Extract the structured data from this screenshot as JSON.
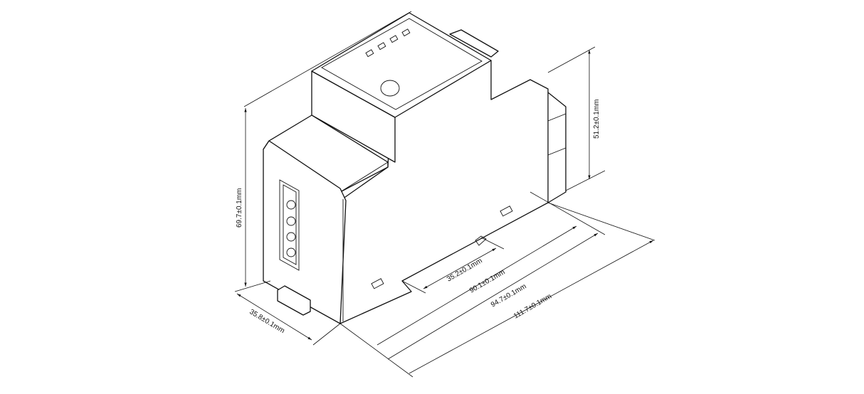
{
  "drawing": {
    "title": "DIN-rail enclosure isometric dimension drawing",
    "dimensions": {
      "height_total": "69.7±0.1mm",
      "height_rear": "51.2±0.1mm",
      "depth": "35.8±0.1mm",
      "step_width": "35.2±0.1mm",
      "length_body": "90.1±0.1mm",
      "length_base": "94.7±0.1mm",
      "length_total": "111.7±0.1mm"
    },
    "colors": {
      "line": "#111111",
      "background": "#ffffff"
    }
  }
}
